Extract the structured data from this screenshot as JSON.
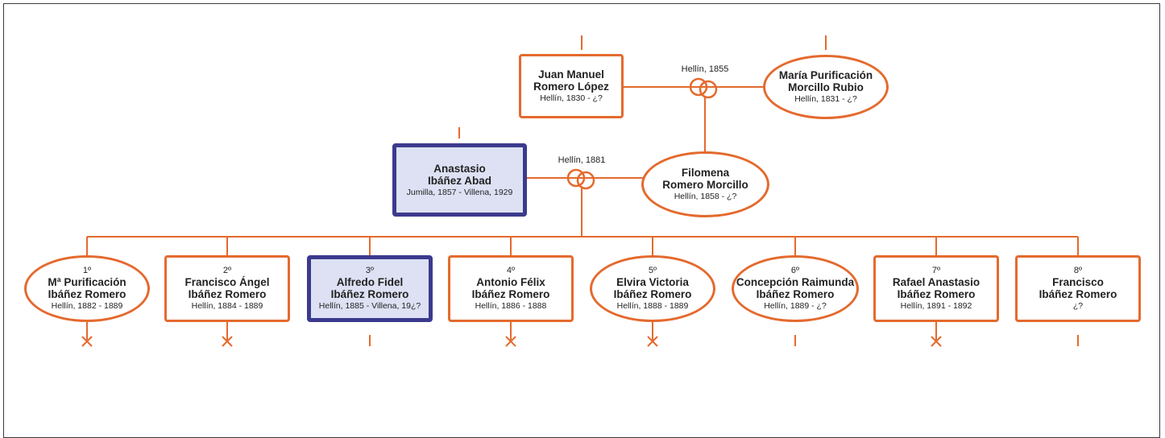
{
  "colors": {
    "line": "#e46a2e",
    "focus_border": "#3b3a8e",
    "focus_fill": "#dde1f3"
  },
  "marriages": {
    "grandparents": {
      "label": "Hellín, 1855"
    },
    "parents": {
      "label": "Hellín, 1881"
    }
  },
  "grandparents": {
    "grandfather": {
      "name1": "Juan Manuel",
      "name2": "Romero López",
      "dates": "Hellín, 1830 - ¿?"
    },
    "grandmother": {
      "name1": "María Purificación",
      "name2": "Morcillo Rubio",
      "dates": "Hellín, 1831 - ¿?"
    }
  },
  "parents": {
    "father": {
      "name1": "Anastasio",
      "name2": "Ibáñez Abad",
      "dates": "Jumilla, 1857 - Villena, 1929"
    },
    "mother": {
      "name1": "Filomena",
      "name2": "Romero Morcillo",
      "dates": "Hellín, 1858 - ¿?"
    }
  },
  "children": [
    {
      "order": "1º",
      "name1": "Mª Purificación",
      "name2": "Ibáñez Romero",
      "dates": "Hellín, 1882 - 1889",
      "sex": "female",
      "died_young": true
    },
    {
      "order": "2º",
      "name1": "Francisco Ángel",
      "name2": "Ibáñez Romero",
      "dates": "Hellín, 1884 - 1889",
      "sex": "male",
      "died_young": true
    },
    {
      "order": "3º",
      "name1": "Alfredo Fidel",
      "name2": "Ibáñez Romero",
      "dates": "Hellín, 1885 - Villena, 19¿?",
      "sex": "male",
      "died_young": false,
      "focus": true
    },
    {
      "order": "4º",
      "name1": "Antonio Félix",
      "name2": "Ibáñez Romero",
      "dates": "Hellín, 1886 - 1888",
      "sex": "male",
      "died_young": true
    },
    {
      "order": "5º",
      "name1": "Elvira Victoria",
      "name2": "Ibáñez Romero",
      "dates": "Hellín, 1888 - 1889",
      "sex": "female",
      "died_young": true
    },
    {
      "order": "6º",
      "name1": "Concepción Raimunda",
      "name2": "Ibáñez Romero",
      "dates": "Hellín, 1889 - ¿?",
      "sex": "female",
      "died_young": false
    },
    {
      "order": "7º",
      "name1": "Rafael Anastasio",
      "name2": "Ibáñez Romero",
      "dates": "Hellín, 1891 - 1892",
      "sex": "male",
      "died_young": true
    },
    {
      "order": "8º",
      "name1": "Francisco",
      "name2": "Ibáñez Romero",
      "dates": "¿?",
      "sex": "male",
      "died_young": false
    }
  ]
}
